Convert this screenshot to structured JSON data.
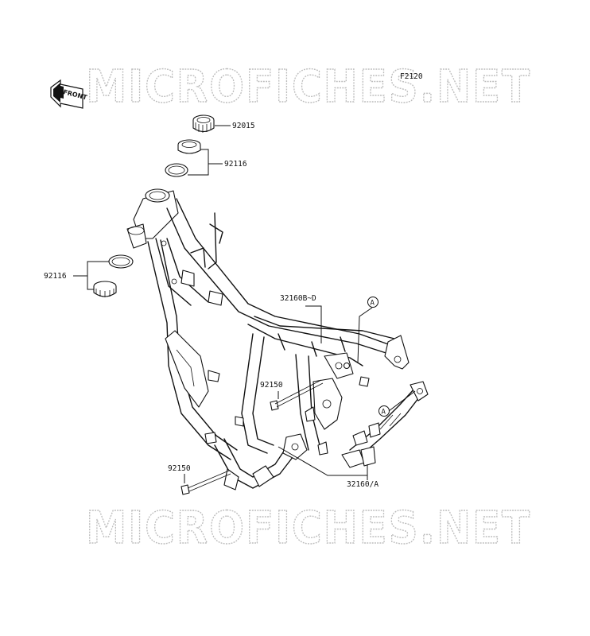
{
  "diagram_code": "F2120",
  "watermarks": [
    "MICROFICHES.NET",
    "MICROFICHES.NET"
  ],
  "front_indicator": "FRONT",
  "ref_marker": "A",
  "parts": {
    "steering_stem_nut": "92015",
    "bearing_upper": "92116",
    "bearing_lower": "92116",
    "frame_assy": "32160B~D",
    "bolt_upper": "92150",
    "bolt_lower": "92150",
    "subframe": "32160/A"
  }
}
